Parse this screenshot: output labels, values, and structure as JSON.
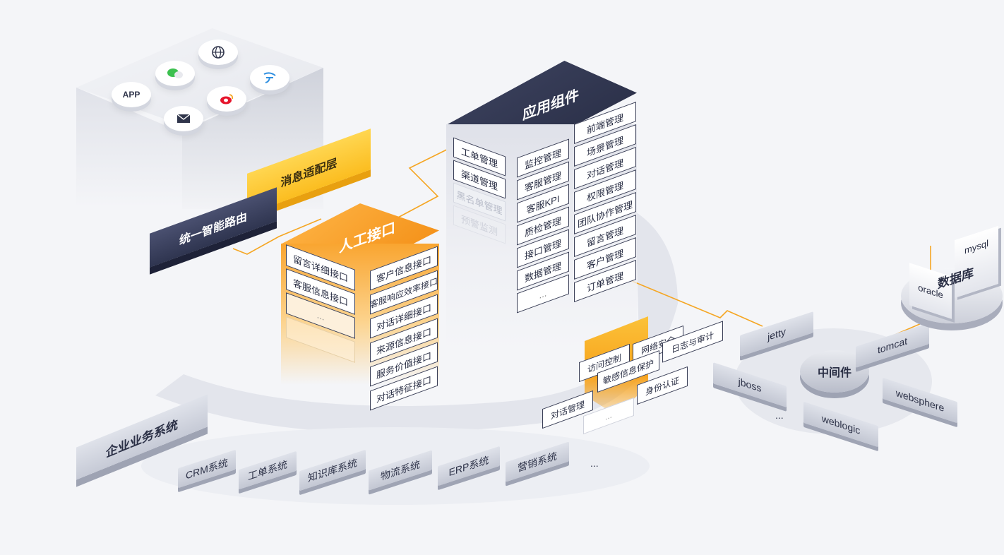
{
  "channels": {
    "app": "APP",
    "icons": [
      "globe-icon",
      "wechat-icon",
      "mini-program-icon",
      "mail-icon",
      "weibo-icon"
    ]
  },
  "message_adapter": "消息适配层",
  "smart_router": "统一智能路由",
  "manual_interface": {
    "title": "人工接口",
    "left": [
      "留言详细接口",
      "客服信息接口",
      "..."
    ],
    "right": [
      "客户信息接口",
      "客服响应效率接口",
      "对话详细接口",
      "来源信息接口",
      "服务价值接口",
      "对话特征接口"
    ]
  },
  "app_components": {
    "title": "应用组件",
    "col1": [
      "工单管理",
      "渠道管理",
      "黑名单管理",
      "预警监测"
    ],
    "col2": [
      "监控管理",
      "客服管理",
      "客服KPI",
      "质检管理",
      "接口管理",
      "数据管理",
      "..."
    ],
    "col3": [
      "前端管理",
      "场景管理",
      "对话管理",
      "权限管理",
      "团队协作管理",
      "留言管理",
      "客户管理",
      "订单管理"
    ]
  },
  "security": [
    "访问控制",
    "网络安全",
    "日志与审计",
    "敏感信息保护",
    "身份认证",
    "对话管理",
    "..."
  ],
  "middleware": {
    "title": "中间件",
    "items": [
      "jetty",
      "tomcat",
      "jboss",
      "websphere",
      "weblogic",
      "..."
    ]
  },
  "database": {
    "title": "数据库",
    "items": [
      "mysql",
      "oracle"
    ]
  },
  "enterprise": {
    "title": "企业业务系统",
    "items": [
      "CRM系统",
      "工单系统",
      "知识库系统",
      "物流系统",
      "ERP系统",
      "营销系统",
      "..."
    ]
  },
  "colors": {
    "navy": "#2f3550",
    "orange": "#f7a21b",
    "yellow": "#ffc933",
    "wire": "#f5a623"
  }
}
